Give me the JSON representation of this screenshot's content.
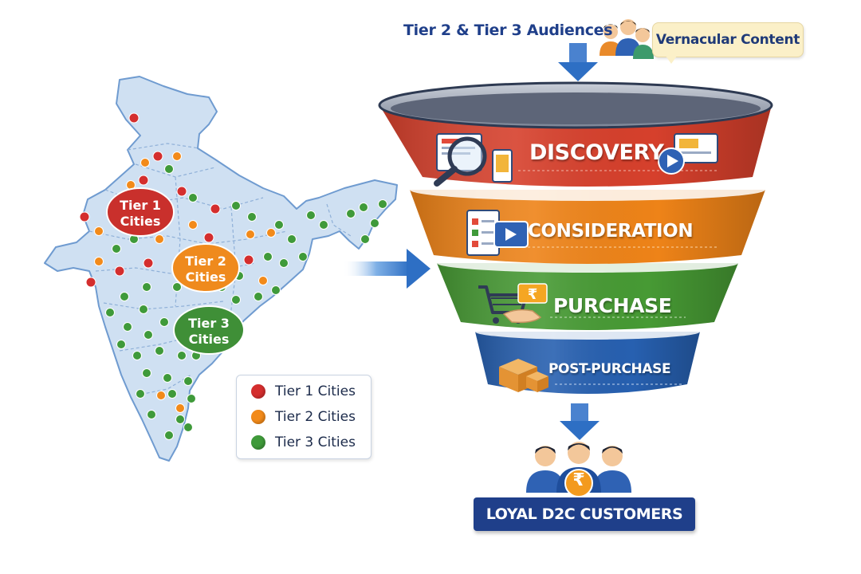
{
  "map": {
    "tier1_label_line1": "Tier 1",
    "tier1_label_line2": "Cities",
    "tier2_label_line1": "Tier 2",
    "tier2_label_line2": "Cities",
    "tier3_label_line1": "Tier 3",
    "tier3_label_line2": "Cities"
  },
  "legend": {
    "items": [
      {
        "label": "Tier 1 Cities",
        "color": "#d42e2e"
      },
      {
        "label": "Tier 2 Cities",
        "color": "#f28a1a"
      },
      {
        "label": "Tier 3 Cities",
        "color": "#3f9a3a"
      }
    ]
  },
  "top": {
    "audience_label": "Tier 2 & Tier 3 Audiences",
    "vernacular_label": "Vernacular Content"
  },
  "funnel": {
    "stages": [
      {
        "label": "DISCOVERY",
        "color": "#d6402c"
      },
      {
        "label": "CONSIDERATION",
        "color": "#ee8318"
      },
      {
        "label": "PURCHASE",
        "color": "#479a34"
      },
      {
        "label": "POST-PURCHASE",
        "color": "#2760b0"
      }
    ]
  },
  "outcome": {
    "label": "LOYAL D2C CUSTOMERS",
    "currency_symbol": "₹"
  },
  "colors": {
    "accent_navy": "#1f3f8a",
    "map_fill": "#cfe0f2",
    "arrow_blue": "#2e6fc4"
  }
}
